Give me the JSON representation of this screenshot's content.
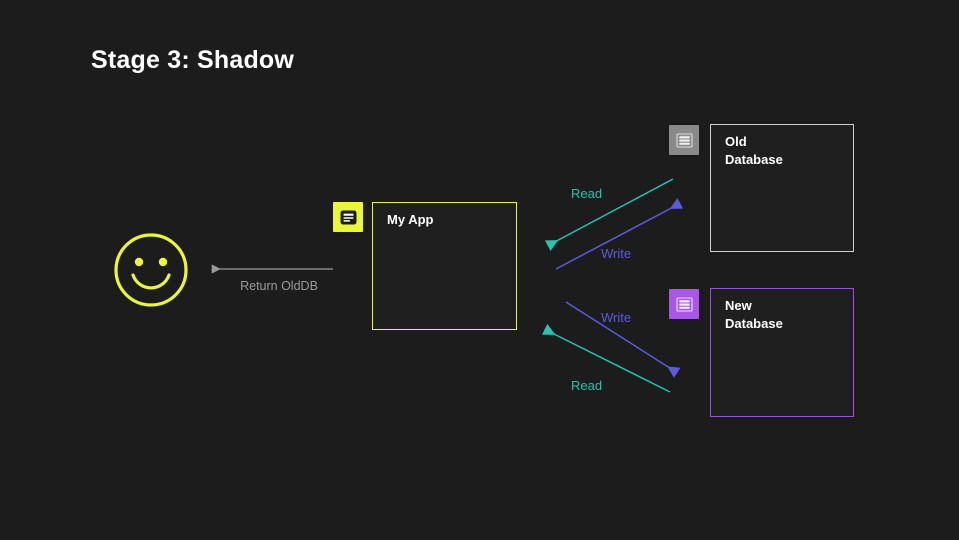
{
  "slide": {
    "title": "Stage 3: Shadow",
    "background_color": "#1c1c1c"
  },
  "actor": {
    "name": "smiley-user",
    "icon": "smiley-face-icon",
    "color": "#e8f736"
  },
  "nodes": [
    {
      "id": "my-app",
      "title": "My App",
      "icon": "app-window-icon",
      "border_color": "#e8f736",
      "badge_color": "#e8f736",
      "badge_icon_color": "#1c1c1c"
    },
    {
      "id": "old-database",
      "title": "Old\nDatabase",
      "icon": "database-server-icon",
      "border_color": "#cfcfcf",
      "badge_color": "#8a8a8a",
      "badge_icon_color": "#f0f0f0"
    },
    {
      "id": "new-database",
      "title": "New\nDatabase",
      "icon": "database-server-icon",
      "border_color": "#9b51e0",
      "badge_color": "#a855e8",
      "badge_icon_color": "#f4f0ff"
    }
  ],
  "edges": {
    "return_to_user": {
      "label": "Return OldDB",
      "color": "#9b9b9b",
      "direction": "right-to-left"
    },
    "old_db_read": {
      "label": "Read",
      "color": "#23c4b0",
      "direction": "old-database-to-my-app"
    },
    "old_db_write": {
      "label": "Write",
      "color": "#5b5be0",
      "direction": "my-app-to-old-database"
    },
    "new_db_write": {
      "label": "Write",
      "color": "#5b5be0",
      "direction": "my-app-to-new-database"
    },
    "new_db_read": {
      "label": "Read",
      "color": "#23c4b0",
      "direction": "new-database-to-my-app"
    }
  }
}
